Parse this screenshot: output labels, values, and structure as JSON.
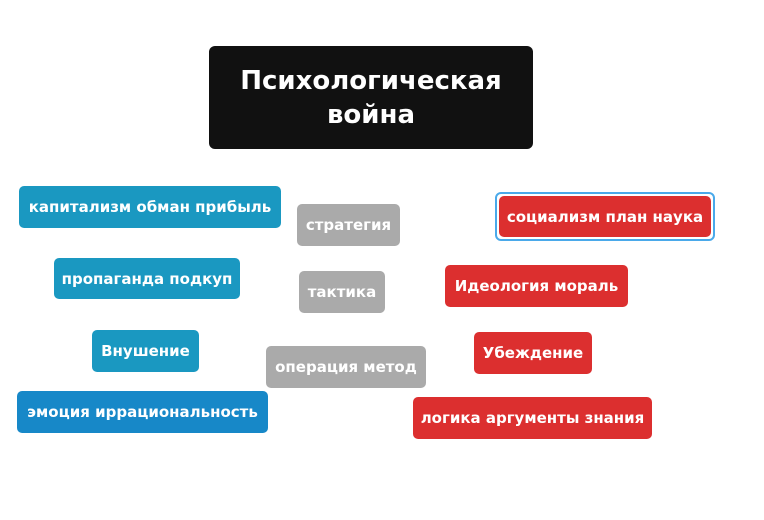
{
  "title": "Психологическая война",
  "left_nodes": [
    "капитализм обман прибыль",
    "пропаганда подкуп",
    "Внушение",
    "эмоция иррациональность"
  ],
  "center_nodes": [
    "стратегия",
    "тактика",
    "операция метод"
  ],
  "right_nodes": [
    "социализм план наука",
    "Идеология мораль",
    "Убеждение",
    "логика аргументы знания"
  ],
  "colors": {
    "title": "#111111",
    "left": "#1a98c1",
    "center": "#aaaaaa",
    "right": "#dc2f2f",
    "selection": "#4aa9ea"
  }
}
